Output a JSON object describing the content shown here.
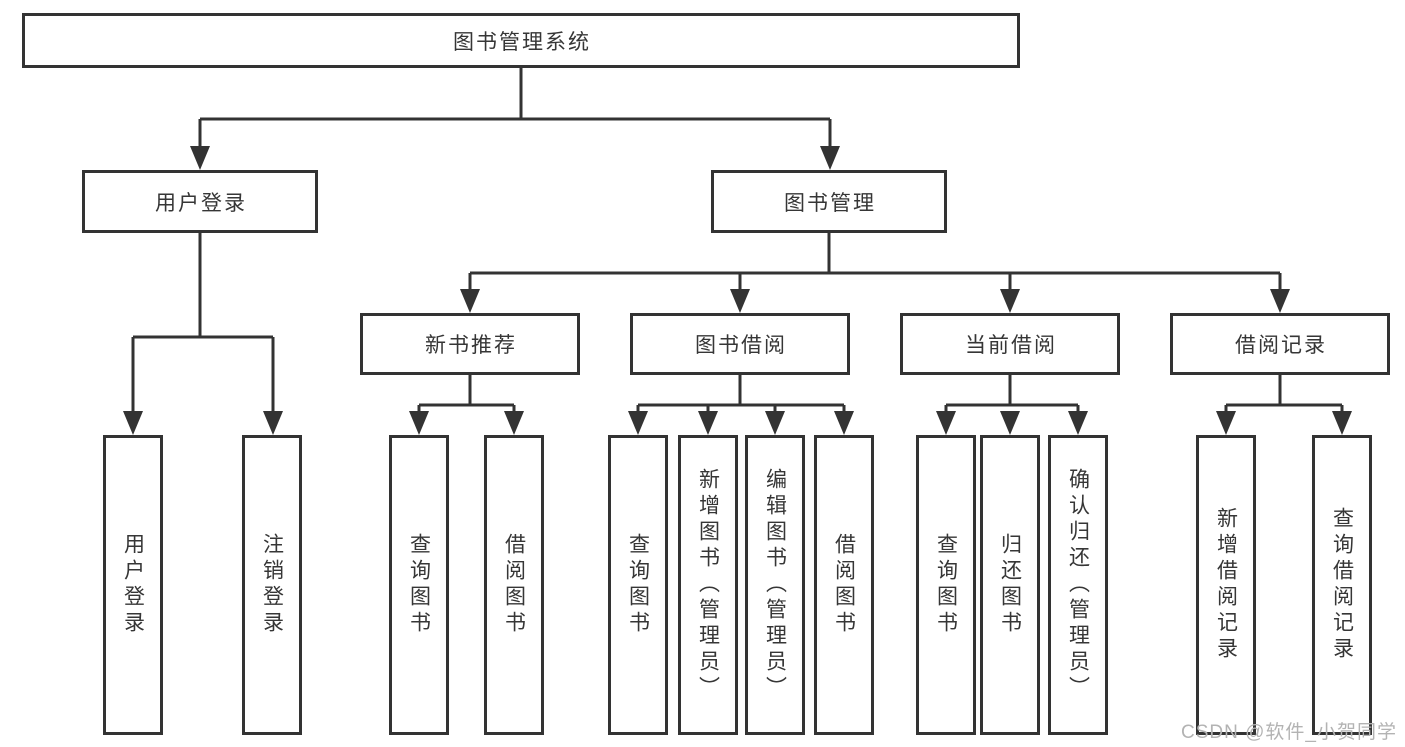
{
  "diagram": {
    "root": {
      "label": "图书管理系统"
    },
    "level2": [
      {
        "label": "用户登录"
      },
      {
        "label": "图书管理"
      }
    ],
    "level3": [
      {
        "label": "新书推荐"
      },
      {
        "label": "图书借阅"
      },
      {
        "label": "当前借阅"
      },
      {
        "label": "借阅记录"
      }
    ],
    "leaves": [
      {
        "label": "用户登录"
      },
      {
        "label": "注销登录"
      },
      {
        "label": "查询图书"
      },
      {
        "label": "借阅图书"
      },
      {
        "label": "查询图书"
      },
      {
        "label": "新增图书（管理员）"
      },
      {
        "label": "编辑图书（管理员）"
      },
      {
        "label": "借阅图书"
      },
      {
        "label": "查询图书"
      },
      {
        "label": "归还图书"
      },
      {
        "label": "确认归还（管理员）"
      },
      {
        "label": "新增借阅记录"
      },
      {
        "label": "查询借阅记录"
      }
    ]
  },
  "watermark": "CSDN @软件_小贺同学",
  "colors": {
    "line": "#333333",
    "text": "#363636",
    "watermark": "#b3b3b3",
    "background": "#ffffff"
  }
}
